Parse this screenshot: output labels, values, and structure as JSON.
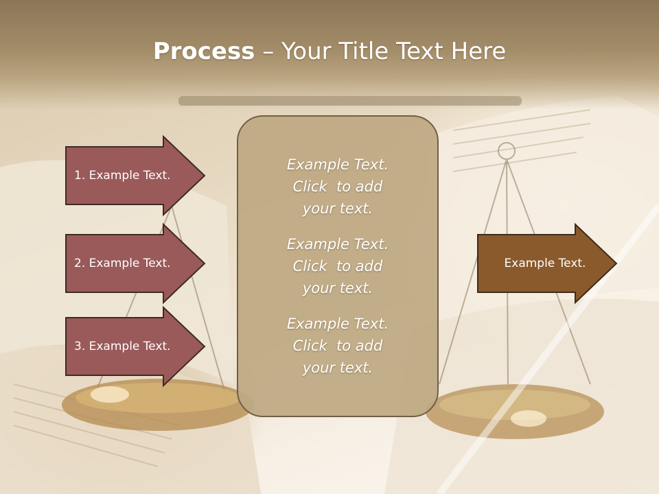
{
  "slide": {
    "title_bold": "Process",
    "title_rest": " – Your Title Text Here"
  },
  "left_arrows": [
    {
      "label": "1. Example Text."
    },
    {
      "label": "2. Example Text."
    },
    {
      "label": "3. Example Text."
    }
  ],
  "center_box": {
    "blocks": [
      {
        "lines": [
          "Example Text.",
          "Click  to add",
          "your text."
        ]
      },
      {
        "lines": [
          "Example Text.",
          "Click  to add",
          "your text."
        ]
      },
      {
        "lines": [
          "Example Text.",
          "Click  to add",
          "your text."
        ]
      }
    ]
  },
  "right_arrow": {
    "label": "Example Text."
  },
  "colors": {
    "left_arrow_fill": "#9a5a5a",
    "left_arrow_border": "#3e2a24",
    "right_arrow_fill": "#8a5a2c",
    "right_arrow_border": "#3e2a1a",
    "center_box_fill": "#bea882",
    "center_box_border": "#6f5f44"
  }
}
